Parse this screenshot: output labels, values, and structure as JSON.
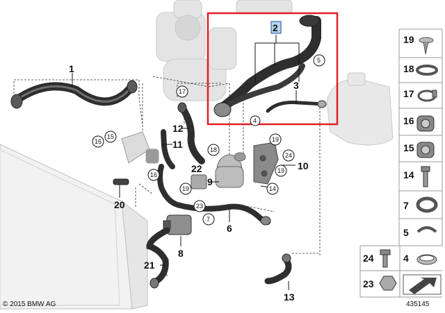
{
  "copyright": "© 2015 BMW AG",
  "doc_number": "435145",
  "highlight_color": "#e31e24",
  "highlight_label": "2",
  "callouts": {
    "c1": "1",
    "c3": "3",
    "c4": "4",
    "c5": "5",
    "c6": "6",
    "c7": "7",
    "c8": "8",
    "c9": "9",
    "c10": "10",
    "c11": "11",
    "c12": "12",
    "c13": "13",
    "c14": "14",
    "c15": "15",
    "c16a": "16",
    "c16b": "16",
    "c17": "17",
    "c18": "18",
    "c19a": "19",
    "c19b": "19",
    "c19c": "19",
    "c20": "20",
    "c21": "21",
    "c22": "22",
    "c23": "23",
    "c24": "24"
  },
  "legend": {
    "items": [
      {
        "label": "19",
        "icon": "screw-clip-icon"
      },
      {
        "label": "18",
        "icon": "hose-clamp-ring-icon"
      },
      {
        "label": "17",
        "icon": "spring-clamp-icon"
      },
      {
        "label": "16",
        "icon": "quick-coupling-icon"
      },
      {
        "label": "15",
        "icon": "quick-coupling-icon"
      },
      {
        "label": "14",
        "icon": "bolt-icon"
      },
      {
        "label": "7",
        "icon": "clamp-icon"
      },
      {
        "label": "5",
        "icon": "clamp-icon"
      },
      {
        "label": "4",
        "icon": "hose-clamp-icon"
      },
      {
        "label": "24",
        "icon": "hex-bolt-icon"
      },
      {
        "label": "23",
        "icon": "hex-nut-icon"
      }
    ]
  }
}
